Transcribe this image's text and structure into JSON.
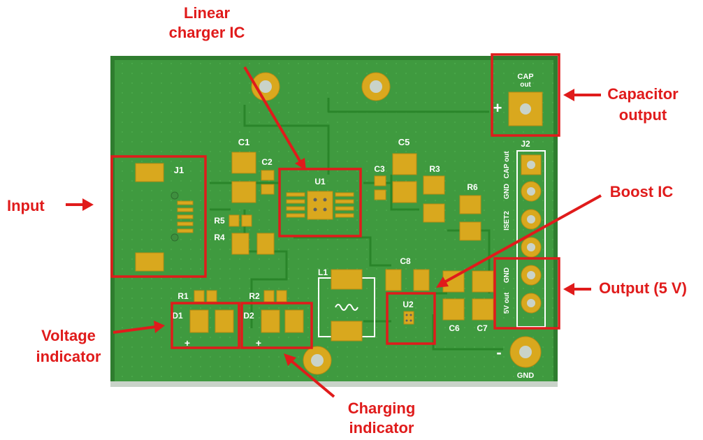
{
  "callouts": {
    "linear_charger": [
      "Linear",
      "charger IC"
    ],
    "capacitor_output": [
      "Capacitor",
      "output"
    ],
    "input": "Input",
    "boost_ic": "Boost IC",
    "output": "Output (5 V)",
    "voltage_indicator": [
      "Voltage",
      "indicator"
    ],
    "charging_indicator": [
      "Charging",
      "indicator"
    ]
  },
  "silkscreen": {
    "cap_out_top": [
      "CAP",
      "out"
    ],
    "plus": "+",
    "minus": "-",
    "gnd_bottom": "GND",
    "j1": "J1",
    "j2": "J2",
    "c1": "C1",
    "c2": "C2",
    "c3": "C3",
    "c5": "C5",
    "c6": "C6",
    "c7": "C7",
    "c8": "C8",
    "r1": "R1",
    "r2": "R2",
    "r3": "R3",
    "r4": "R4",
    "r5": "R5",
    "r6": "R6",
    "u1": "U1",
    "u2": "U2",
    "l1": "L1",
    "d1": "D1",
    "d2": "D2",
    "led_plus": "+",
    "j2_pins": [
      "CAP out",
      "GND",
      "ISET2",
      "",
      "GND",
      "5V out"
    ]
  },
  "colors": {
    "board": "#3f9a3f",
    "board_edge": "#2f7d2f",
    "copper": "#d9a81e",
    "annotation": "#e01b1b"
  }
}
